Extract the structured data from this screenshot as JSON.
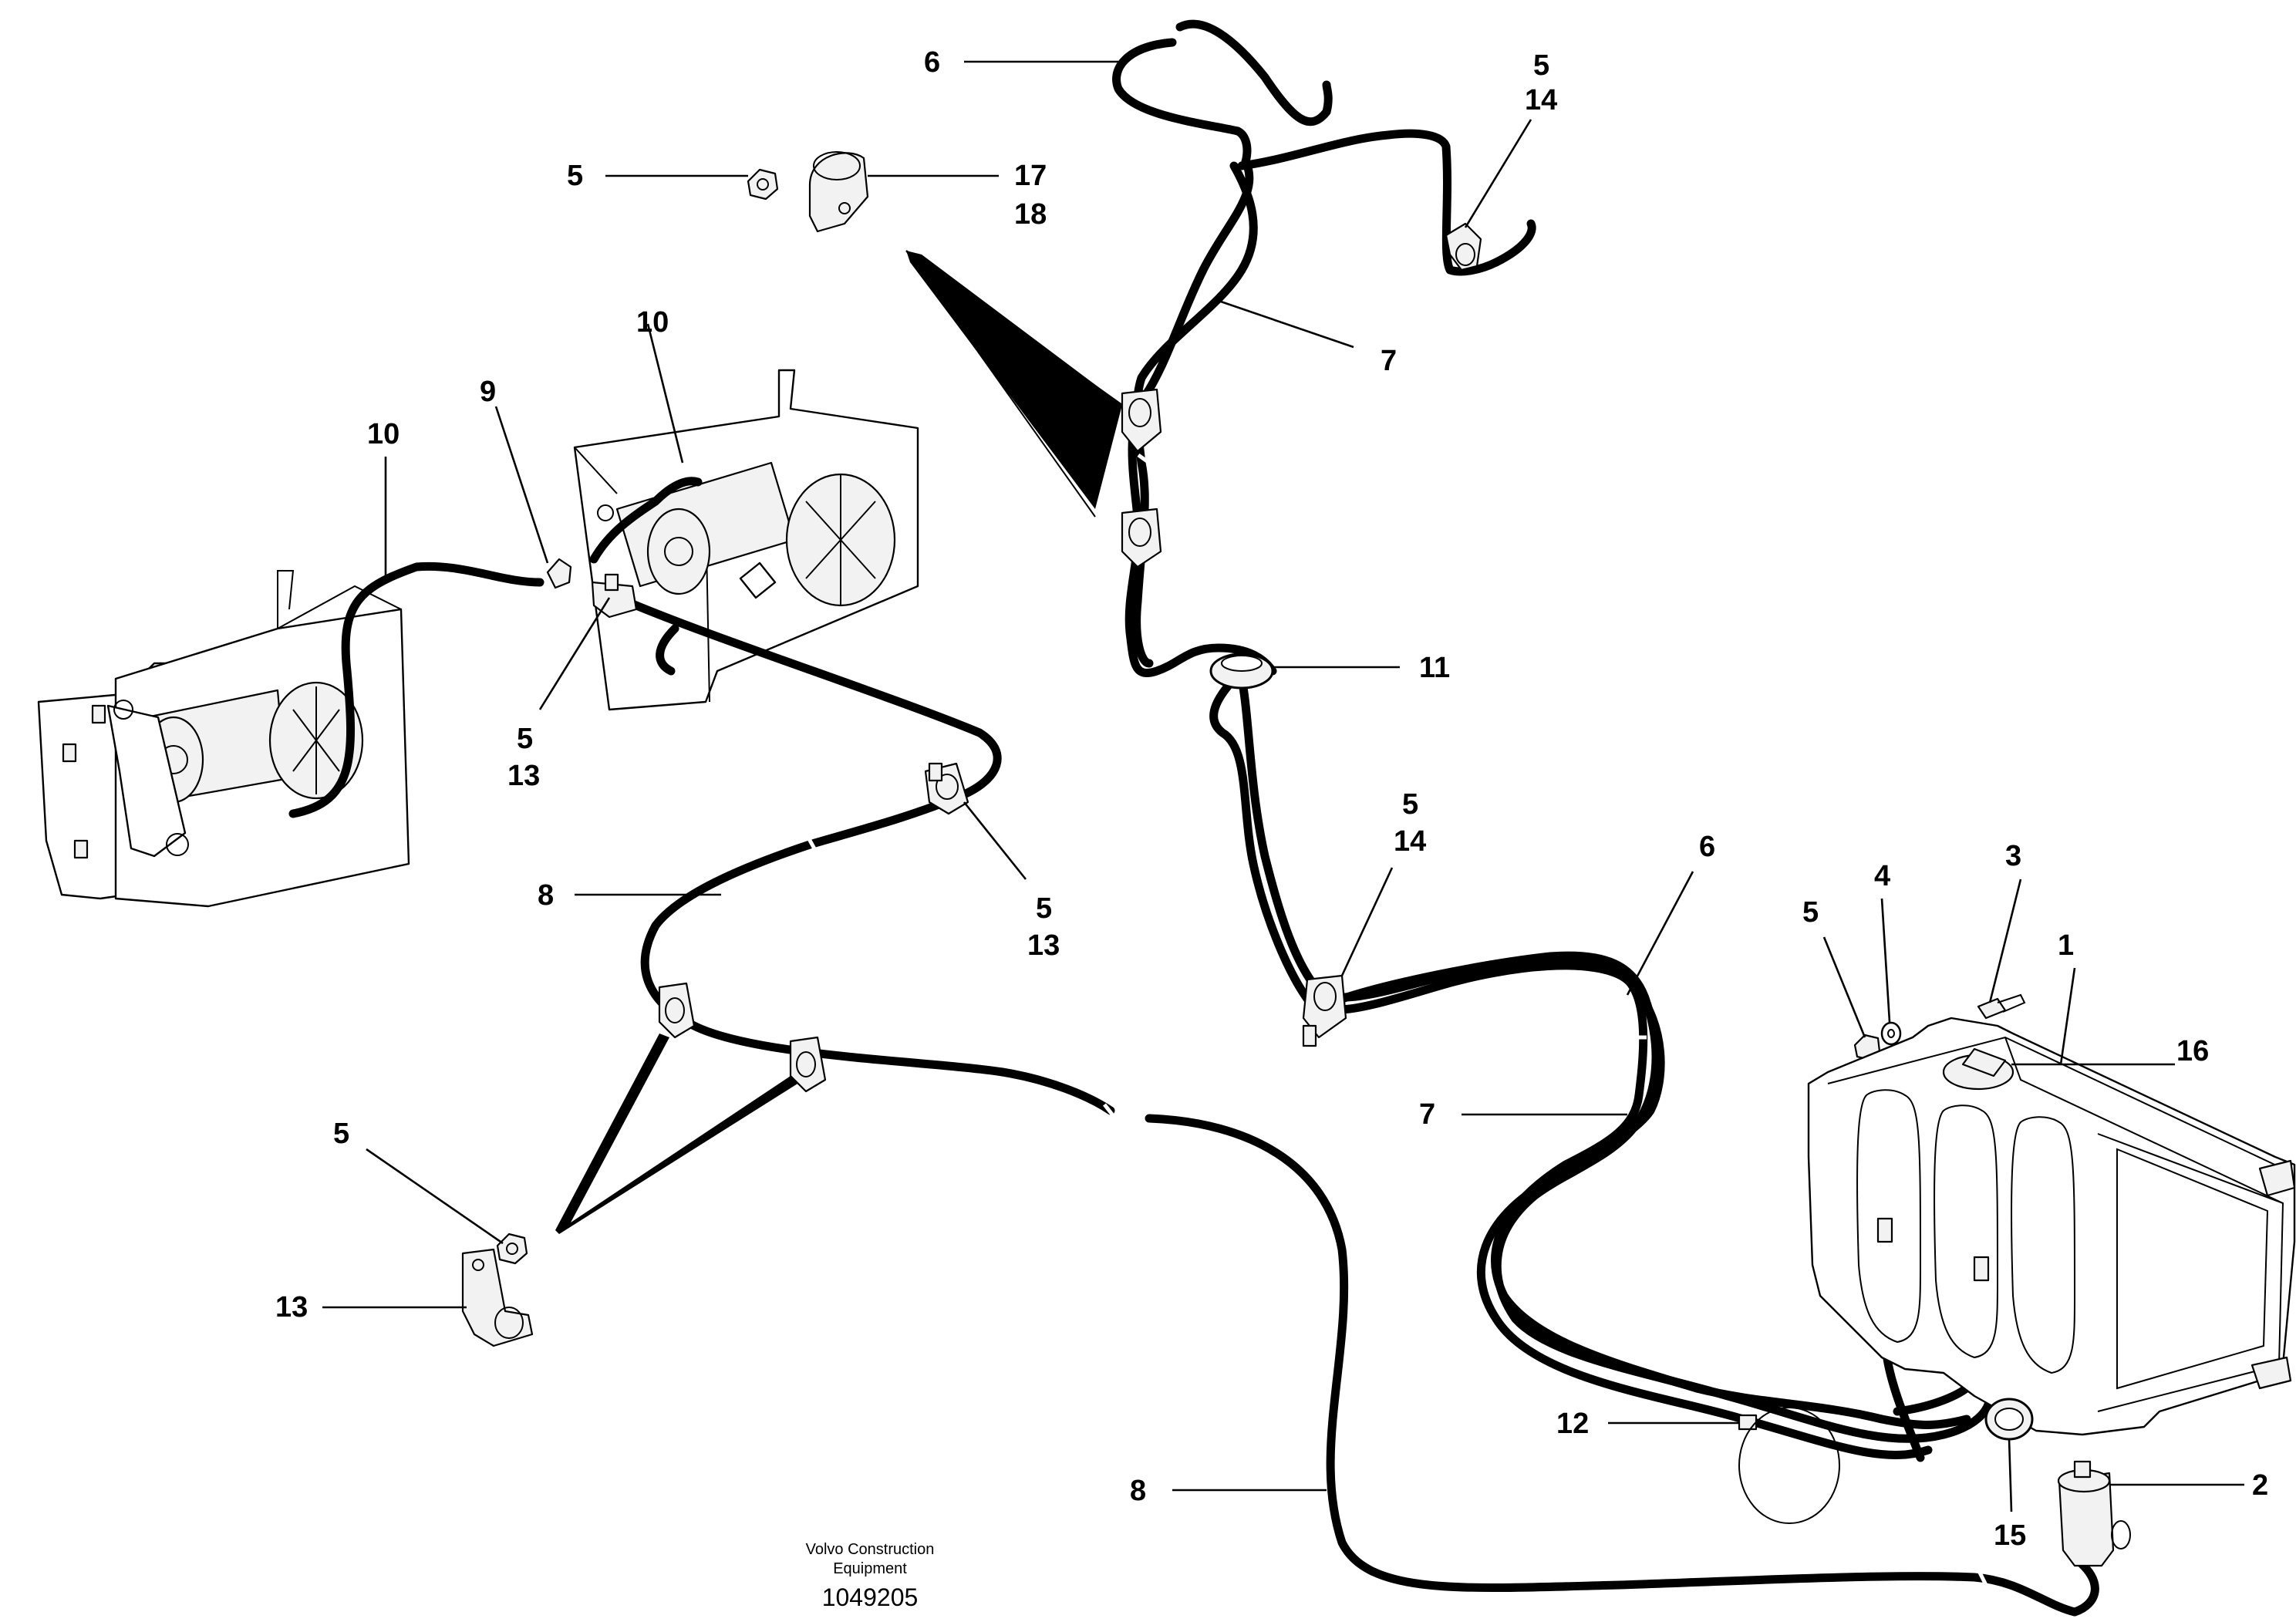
{
  "callouts": {
    "c6_top": "6",
    "c5_topright": "5",
    "c14_topright": "14",
    "c5_nut_top": "5",
    "c17": "17",
    "c18": "18",
    "c10_center": "10",
    "c7_top": "7",
    "c9": "9",
    "c10_left": "10",
    "c11": "11",
    "c5_left_clip": "5",
    "c13_left_clip": "13",
    "c5_mid": "5",
    "c14_mid": "14",
    "c6_mid": "6",
    "c3": "3",
    "c4": "4",
    "c5_tank": "5",
    "c1": "1",
    "c16": "16",
    "c8_left": "8",
    "c5_clip_mid": "5",
    "c13_clip_mid": "13",
    "c7_mid": "7",
    "c5_bottomleft": "5",
    "c13_bottomleft": "13",
    "c12": "12",
    "c2": "2",
    "c8_bottom": "8",
    "c15": "15"
  },
  "footer": {
    "company_line1": "Volvo Construction",
    "company_line2": "Equipment",
    "drawing_number": "1049205"
  }
}
